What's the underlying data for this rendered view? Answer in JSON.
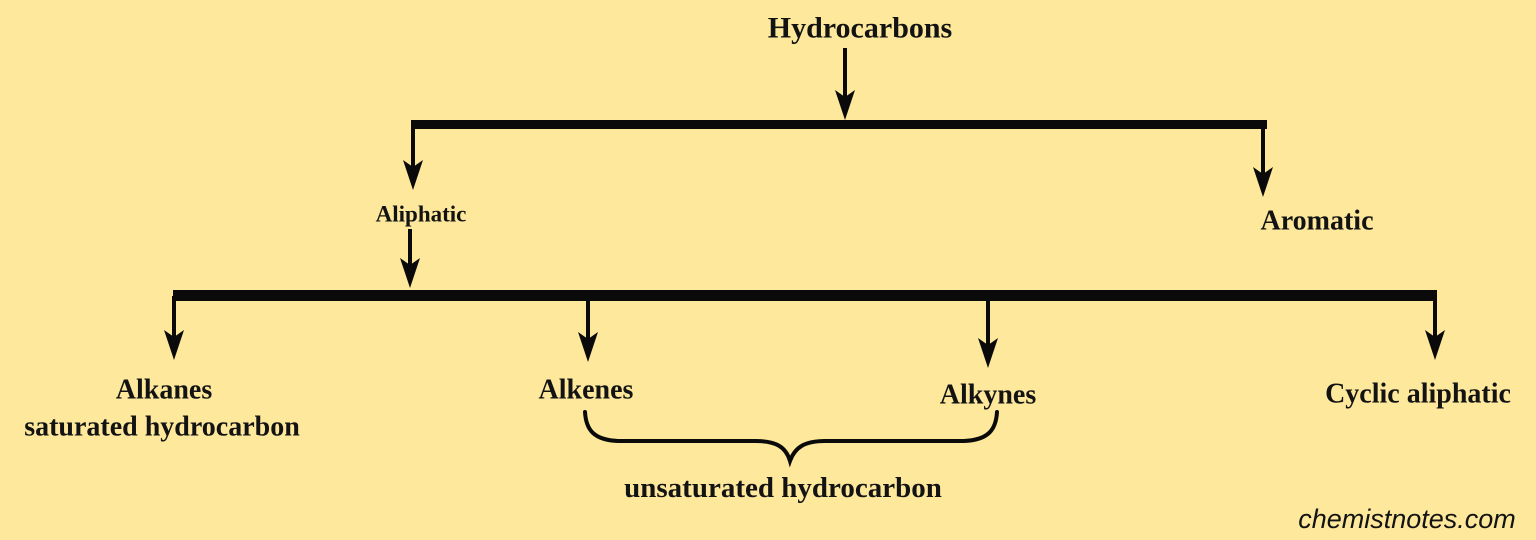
{
  "diagram": {
    "root": {
      "label": "Hydrocarbons"
    },
    "level1": [
      {
        "label": "Aliphatic"
      },
      {
        "label": "Aromatic"
      }
    ],
    "level2": [
      {
        "label": "Alkanes",
        "sublabel": "saturated hydrocarbon"
      },
      {
        "label": "Alkenes"
      },
      {
        "label": "Alkynes"
      },
      {
        "label": "Cyclic aliphatic"
      }
    ],
    "group_label": "unsaturated hydrocarbon"
  },
  "watermark": "chemistnotes.com",
  "colors": {
    "background": "#fde89c",
    "line": "#0a0a0a",
    "text": "#131313"
  }
}
